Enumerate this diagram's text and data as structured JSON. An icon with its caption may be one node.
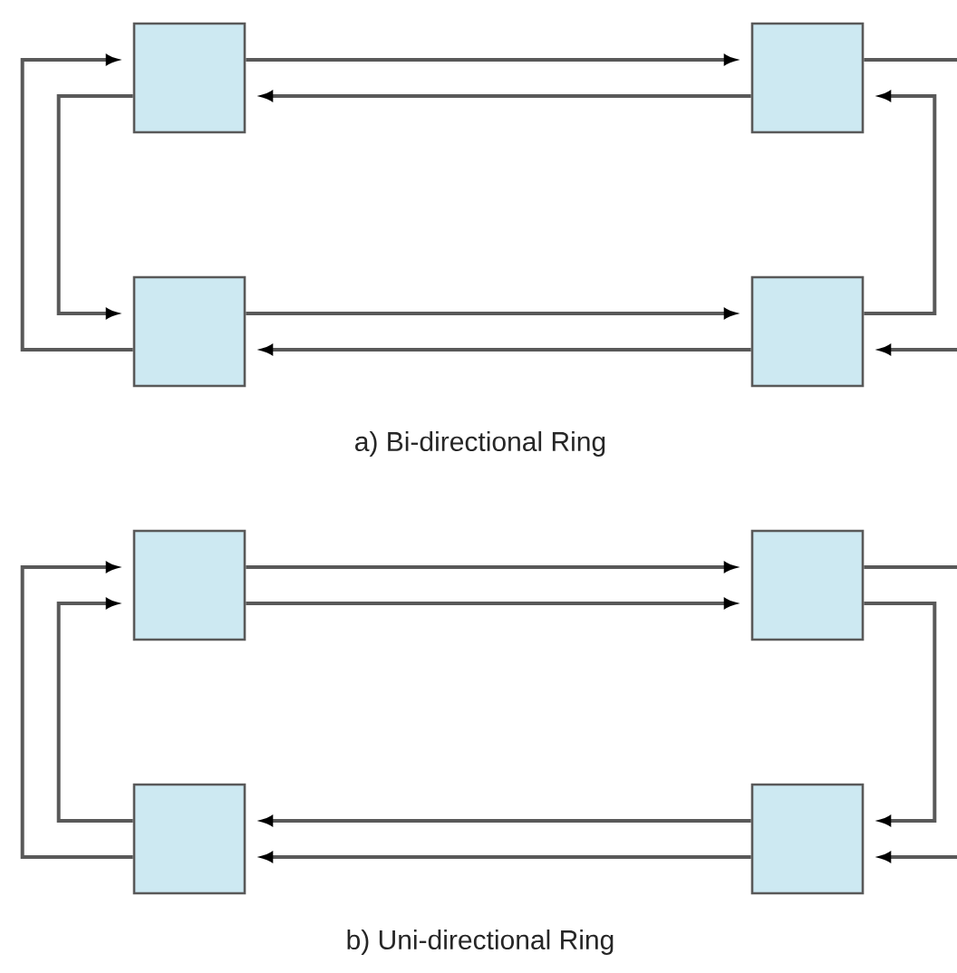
{
  "diagram": {
    "nodes": [
      {
        "text": [],
        "shape": "box"
      },
      {
        "text": [],
        "shape": "box"
      },
      {
        "text": [],
        "shape": "box"
      },
      {
        "text": [],
        "shape": "box"
      },
      {
        "text": [],
        "shape": "box"
      },
      {
        "text": [],
        "shape": "box"
      },
      {
        "text": [],
        "shape": "box"
      },
      {
        "text": [],
        "shape": "box"
      }
    ],
    "edges": [
      {
        "from": 0,
        "to": 1,
        "arrow": "to"
      },
      {
        "from": 1,
        "to": 0,
        "arrow": "to"
      },
      {
        "from": 2,
        "to": 0,
        "arrow": "to"
      },
      {
        "from": 0,
        "to": 2,
        "arrow": "to"
      },
      {
        "from": 3,
        "to": 1,
        "arrow": "to"
      },
      {
        "from": 1,
        "to": null,
        "arrow": "none"
      },
      {
        "from": null,
        "to": 3,
        "arrow": "to"
      },
      {
        "from": 2,
        "to": 3,
        "arrow": "to"
      },
      {
        "from": 3,
        "to": 2,
        "arrow": "to"
      },
      {
        "from": 4,
        "to": 5,
        "arrow": "to"
      },
      {
        "from": 4,
        "to": 5,
        "arrow": "to"
      },
      {
        "from": 6,
        "to": 4,
        "arrow": "to"
      },
      {
        "from": 6,
        "to": 4,
        "arrow": "to"
      },
      {
        "from": 5,
        "to": 7,
        "arrow": "to"
      },
      {
        "from": 5,
        "to": null,
        "arrow": "none"
      },
      {
        "from": null,
        "to": 7,
        "arrow": "to"
      },
      {
        "from": 7,
        "to": 6,
        "arrow": "to"
      },
      {
        "from": 7,
        "to": 6,
        "arrow": "to"
      }
    ],
    "labels": [
      "a)  Bi-directional Ring",
      "b) Uni-directional Ring"
    ]
  }
}
